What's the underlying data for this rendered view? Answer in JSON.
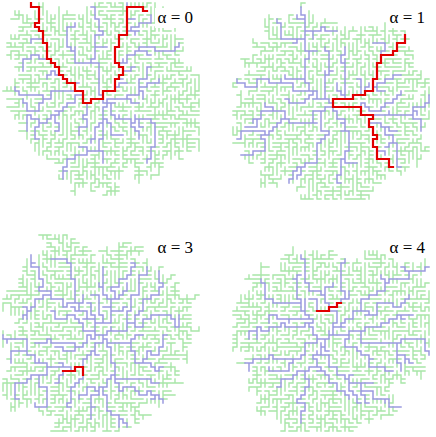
{
  "diagram": {
    "labels": [
      "α = 0",
      "α = 1",
      "α = 3",
      "α = 4"
    ]
  }
}
